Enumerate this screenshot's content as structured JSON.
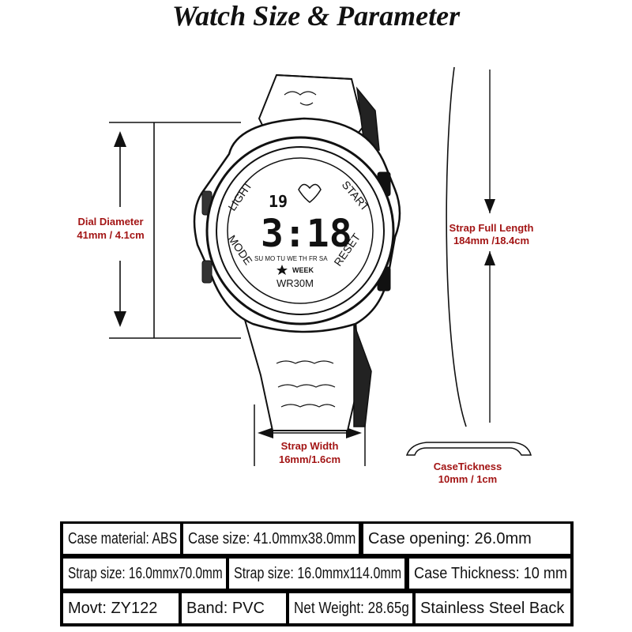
{
  "header": {
    "title": "Watch Size & Parameter"
  },
  "annotations": {
    "dial_label": "Dial Diameter",
    "dial_value": "41mm / 4.1cm",
    "strap_length_label": "Strap Full Length",
    "strap_length_value": "184mm /18.4cm",
    "strap_width_label": "Strap Width",
    "strap_width_value": "16mm/1.6cm",
    "thickness_label": "CaseTickness",
    "thickness_value": "10mm / 1cm"
  },
  "watch_face": {
    "light": "LIGHT",
    "start": "START",
    "mode": "MODE",
    "reset": "RESET",
    "time": "3:18",
    "date": "19",
    "days": "SU MO TU WE TH FR SA",
    "week": "WEEK",
    "water": "WR30M"
  },
  "parameters": {
    "row1": [
      "Case material: ABS",
      "Case size: 41.0mmx38.0mm",
      "Case opening: 26.0mm"
    ],
    "row2": [
      "Strap size: 16.0mmx70.0mm",
      "Strap size: 16.0mmx114.0mm",
      "Case Thickness: 10 mm"
    ],
    "row3": [
      "Movt: ZY122",
      "Band: PVC",
      "Net Weight: 28.65g",
      "Stainless Steel Back"
    ]
  },
  "colors": {
    "annotation": "#a31515",
    "table_bg": "#000000",
    "lines": "#111111"
  }
}
